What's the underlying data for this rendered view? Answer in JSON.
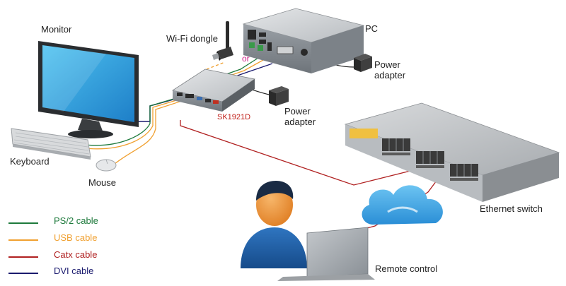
{
  "labels": {
    "monitor": "Monitor",
    "keyboard": "Keyboard",
    "mouse": "Mouse",
    "wifi_dongle": "Wi-Fi dongle",
    "or": "or",
    "pc": "PC",
    "pc_power_adapter": "Power\nadapter",
    "kvm_power_adapter": "Power\nadapter",
    "device_model": "SK1921D",
    "ethernet_switch": "Ethernet switch",
    "remote_control": "Remote control"
  },
  "legend": [
    {
      "label": "PS/2 cable",
      "color": "#1e7a3c"
    },
    {
      "label": "USB cable",
      "color": "#f0a030"
    },
    {
      "label": "Catx cable",
      "color": "#b02020"
    },
    {
      "label": "DVI cable",
      "color": "#1a1a6e"
    }
  ],
  "colors": {
    "ps2": "#1e7a3c",
    "usb": "#f0a030",
    "catx": "#b02020",
    "dvi": "#1a1a6e",
    "device_label": "#c0201a",
    "or_label": "#d0208a",
    "cloud": "#4aa8e0",
    "person_head": "#f29a3a",
    "person_body": "#1f5fa8"
  }
}
